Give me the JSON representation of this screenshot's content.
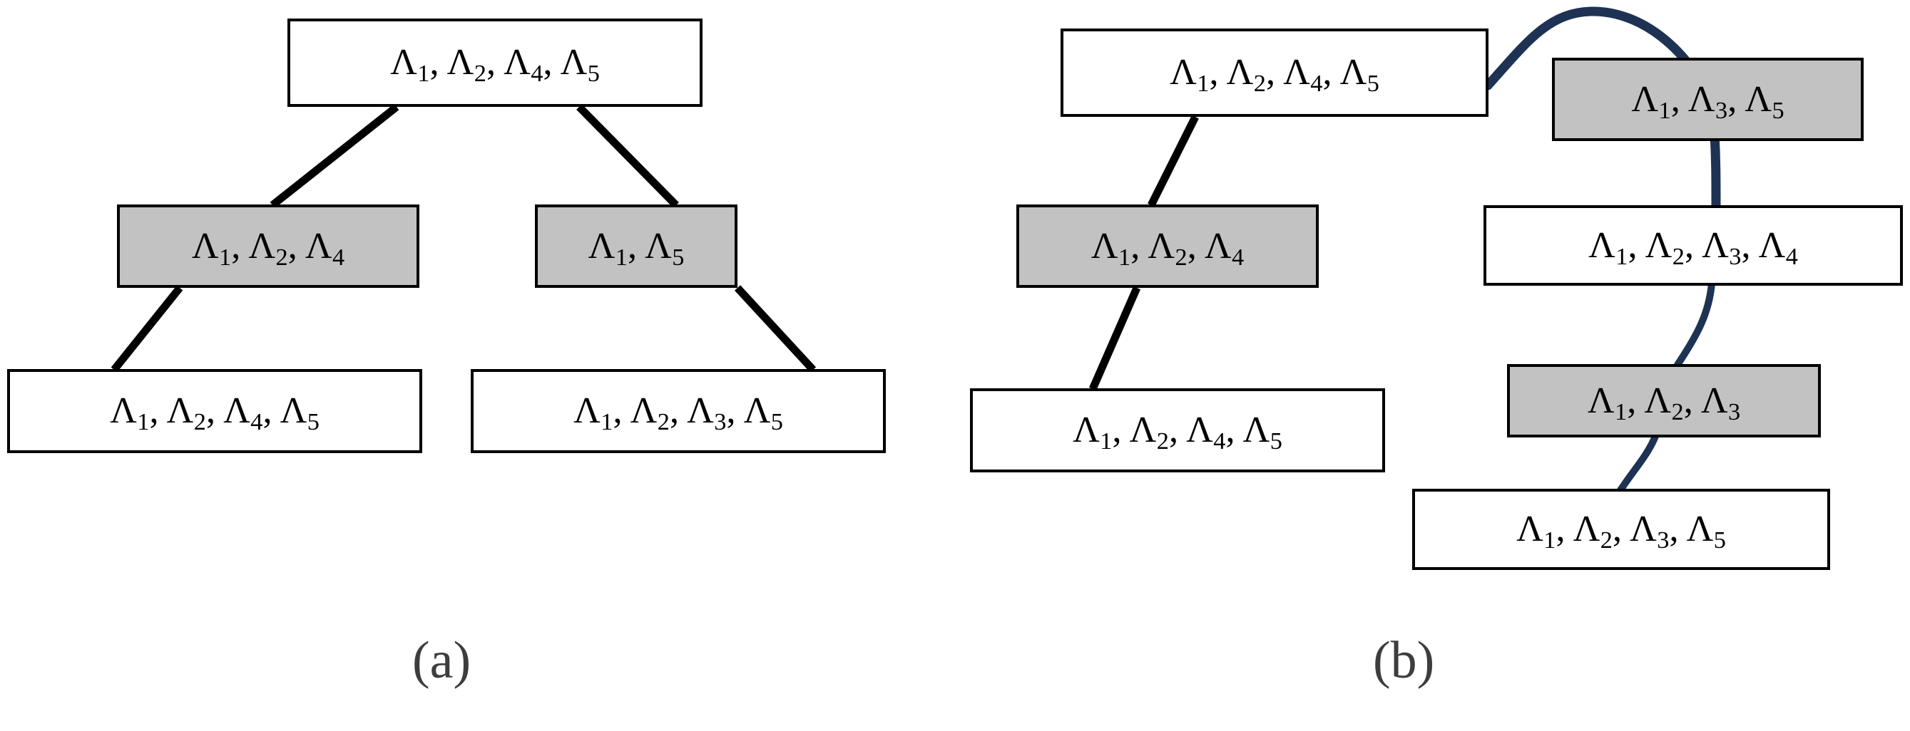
{
  "figure": {
    "background_color": "#ffffff",
    "edge_color_black": "#000000",
    "edge_color_blue": "#1e3254",
    "shaded_fill": "#c2c2c2",
    "plain_fill": "#ffffff",
    "border_color": "#000000",
    "caption_color": "#3d3d3d"
  },
  "panel_a": {
    "caption": "(a)",
    "nodes": [
      {
        "id": "a-root",
        "label": "Λ1, Λ2, Λ4, Λ5",
        "shaded": false
      },
      {
        "id": "a-left",
        "label": "Λ1, Λ2, Λ4",
        "shaded": true
      },
      {
        "id": "a-right",
        "label": "Λ1, Λ5",
        "shaded": true
      },
      {
        "id": "a-leaf1",
        "label": "Λ1, Λ2, Λ4, Λ5",
        "shaded": false
      },
      {
        "id": "a-leaf2",
        "label": "Λ1, Λ2, Λ3, Λ5",
        "shaded": false
      }
    ],
    "edges": [
      {
        "from": "a-root",
        "to": "a-left",
        "color": "black"
      },
      {
        "from": "a-root",
        "to": "a-right",
        "color": "black"
      },
      {
        "from": "a-left",
        "to": "a-leaf1",
        "color": "black"
      },
      {
        "from": "a-right",
        "to": "a-leaf2",
        "color": "black"
      }
    ]
  },
  "panel_b": {
    "caption": "(b)",
    "nodes": [
      {
        "id": "b-root",
        "label": "Λ1, Λ2, Λ4, Λ5",
        "shaded": false
      },
      {
        "id": "b-l1",
        "label": "Λ1, Λ2, Λ4",
        "shaded": true
      },
      {
        "id": "b-l2",
        "label": "Λ1, Λ2, Λ4, Λ5",
        "shaded": false
      },
      {
        "id": "b-r1",
        "label": "Λ1, Λ3, Λ5",
        "shaded": true
      },
      {
        "id": "b-r2",
        "label": "Λ1, Λ2, Λ3, Λ4",
        "shaded": false
      },
      {
        "id": "b-r3",
        "label": "Λ1, Λ2, Λ3",
        "shaded": true
      },
      {
        "id": "b-r4",
        "label": "Λ1, Λ2, Λ3, Λ5",
        "shaded": false
      }
    ],
    "edges": [
      {
        "from": "b-root",
        "to": "b-l1",
        "color": "black"
      },
      {
        "from": "b-l1",
        "to": "b-l2",
        "color": "black"
      },
      {
        "from": "b-root",
        "to": "b-r1",
        "color": "blue"
      },
      {
        "from": "b-r1",
        "to": "b-r2",
        "color": "blue"
      },
      {
        "from": "b-r2",
        "to": "b-r3",
        "color": "blue"
      },
      {
        "from": "b-r3",
        "to": "b-r4",
        "color": "blue"
      }
    ]
  },
  "labels": {
    "a_root": "Λ1, Λ2, Λ4, Λ5",
    "a_left": "Λ1, Λ2, Λ4",
    "a_right": "Λ1, Λ5",
    "a_leaf1": "Λ1, Λ2, Λ4, Λ5",
    "a_leaf2": "Λ1, Λ2, Λ3, Λ5",
    "b_root": "Λ1, Λ2, Λ4, Λ5",
    "b_l1": "Λ1, Λ2, Λ4",
    "b_l2": "Λ1, Λ2, Λ4, Λ5",
    "b_r1": "Λ1, Λ3, Λ5",
    "b_r2": "Λ1, Λ2, Λ3, Λ4",
    "b_r3": "Λ1, Λ2, Λ3",
    "b_r4": "Λ1, Λ2, Λ3, Λ5"
  }
}
